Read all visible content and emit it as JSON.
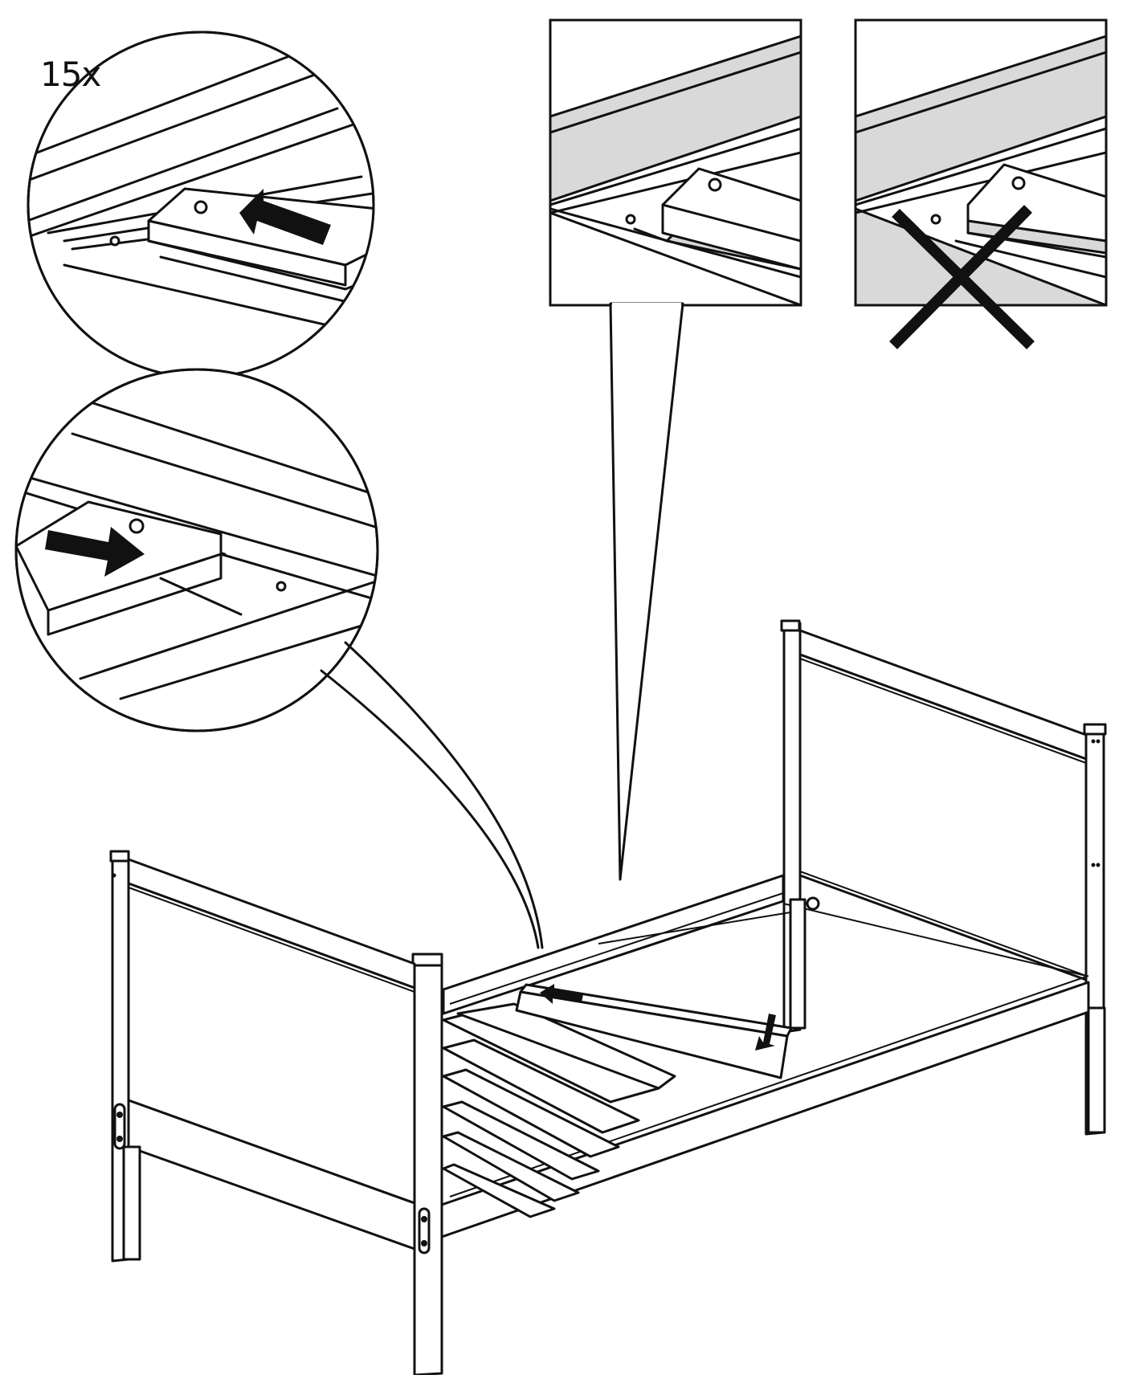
{
  "instruction": {
    "quantity_label": "15x"
  },
  "detail_views": [
    {
      "id": "slat-slide-left",
      "arrow": "left"
    },
    {
      "id": "slat-slide-right",
      "arrow": "right"
    },
    {
      "id": "correct-slat-position",
      "status": "correct"
    },
    {
      "id": "incorrect-slat-position",
      "status": "incorrect",
      "icon": "cross-icon"
    }
  ],
  "colors": {
    "line": "#111111",
    "background": "#ffffff",
    "shading": "#d9d9d9"
  }
}
